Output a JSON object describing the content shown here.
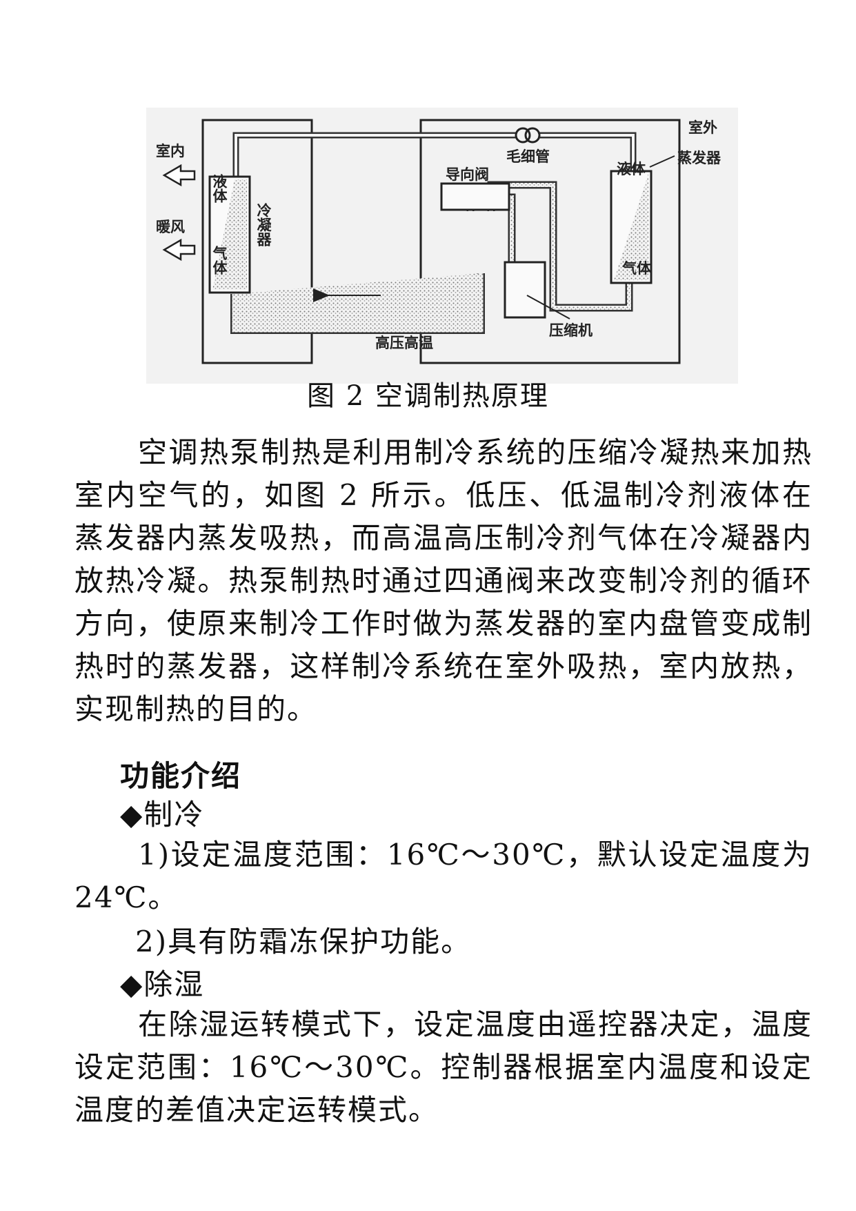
{
  "figure": {
    "labels": {
      "outdoor": "室外",
      "indoor": "室内",
      "warm_air": "暖风",
      "capillary": "毛细管",
      "reversing_valve": "导向阀",
      "liquid_left": "液体",
      "gas_left": "气体",
      "condenser": "冷凝器",
      "liquid_right": "液体",
      "gas_right": "气体",
      "evaporator": "蒸发器",
      "high_pressure_temp": "高压高温",
      "compressor": "压缩机"
    },
    "caption": "图 2  空调制热原理"
  },
  "body": {
    "intro_paragraph": "空调热泵制热是利用制冷系统的压缩冷凝热来加热室内空气的，如图 2 所示。低压、低温制冷剂液体在蒸发器内蒸发吸热，而高温高压制冷剂气体在冷凝器内放热冷凝。热泵制热时通过四通阀来改变制冷剂的循环方向，使原来制冷工作时做为蒸发器的室内盘管变成制热时的蒸发器，这样制冷系统在室外吸热，室内放热，实现制热的目的。",
    "section_heading": "功能介绍",
    "cooling_title": "◆制冷",
    "cooling_item1": "1)设定温度范围：16℃～30℃，默认设定温度为24℃。",
    "cooling_item2": "2)具有防霜冻保护功能。",
    "dehumid_title": "◆除湿",
    "dehumid_paragraph": "在除湿运转模式下，设定温度由遥控器决定，温度设定范围：16℃～30℃。控制器根据室内温度和设定温度的差值决定运转模式。"
  }
}
